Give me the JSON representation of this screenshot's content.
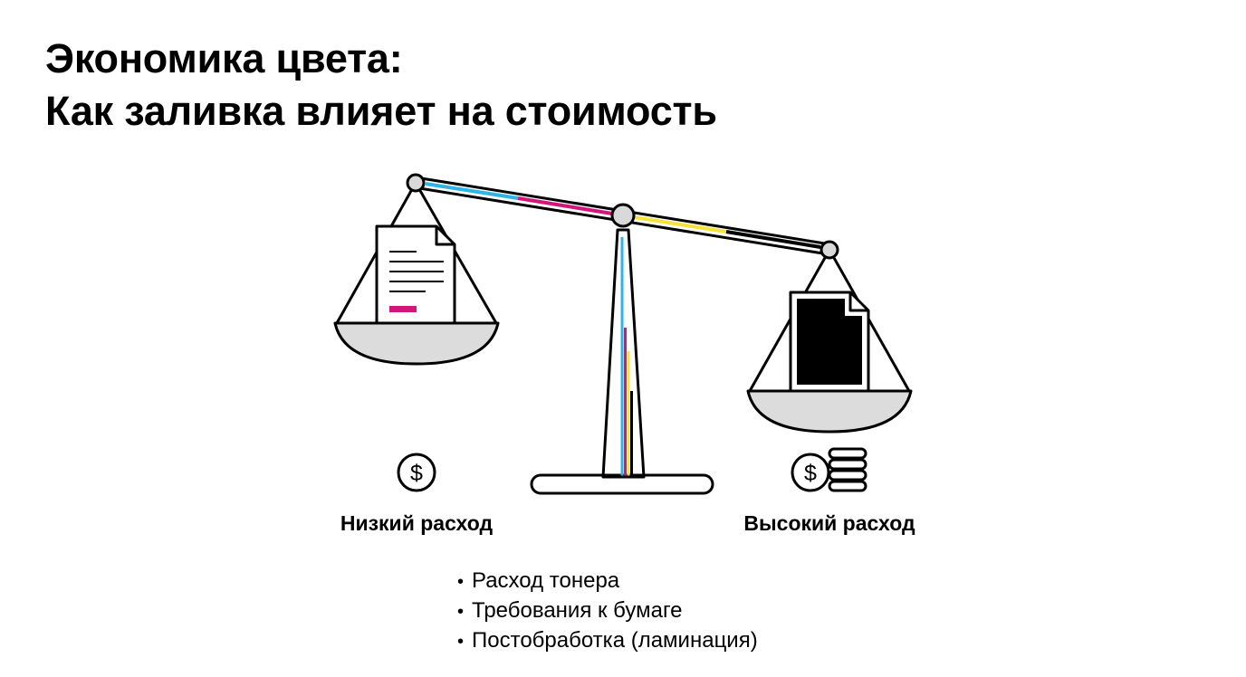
{
  "title": {
    "line1": "Экономика цвета:",
    "line2": "Как заливка влияет на стоимость"
  },
  "colors": {
    "ink": "#000000",
    "cyan": "#2fb4e6",
    "magenta": "#d4157c",
    "yellow": "#f7e23a",
    "pan_fill": "#dcdcdc",
    "pivot_fill": "#d9d9d9"
  },
  "scale": {
    "left_side": {
      "document": "light-coverage-page",
      "icon": "single-coin-icon",
      "label": "Низкий расход"
    },
    "right_side": {
      "document": "full-black-coverage-page",
      "icon": "coin-stack-icon",
      "label": "Высокий расход"
    },
    "heavier_side": "right"
  },
  "factors": {
    "bullet": "•",
    "items": [
      "Расход тонера",
      "Требования к бумаге",
      "Постобработка (ламинация)"
    ]
  }
}
